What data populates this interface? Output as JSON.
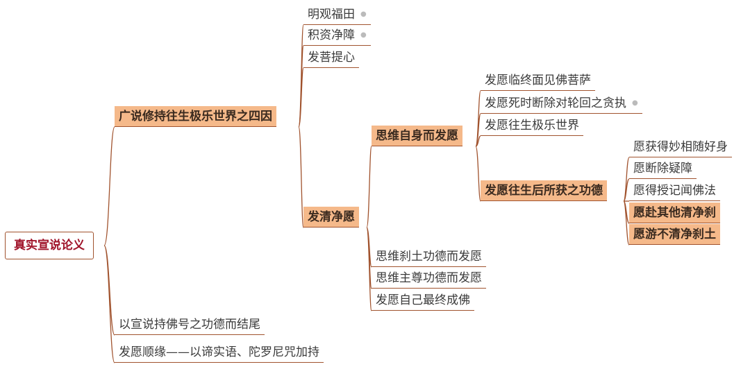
{
  "root": {
    "label": "真实宣说论义"
  },
  "branch_a": {
    "label": "广说修持往生极乐世界之四因",
    "children": [
      {
        "label": "明观福田"
      },
      {
        "label": "积资净障"
      },
      {
        "label": "发菩提心"
      }
    ],
    "sub": {
      "label": "发清净愿",
      "child1": {
        "label": "思维自身而发愿",
        "items": [
          {
            "label": "发愿临终面见佛菩萨"
          },
          {
            "label": "发愿死时断除对轮回之贪执"
          },
          {
            "label": "发愿往生极乐世界"
          }
        ],
        "sub": {
          "label": "发愿往生后所获之功德",
          "items": [
            {
              "label": "愿获得妙相随好身"
            },
            {
              "label": "愿断除疑障"
            },
            {
              "label": "愿得授记闻佛法"
            },
            {
              "label": "愿赴其他清净刹"
            },
            {
              "label": "愿游不清净刹土"
            }
          ]
        }
      },
      "others": [
        {
          "label": "思维刹土功德而发愿"
        },
        {
          "label": "思维主尊功德而发愿"
        },
        {
          "label": "发愿自己最终成佛"
        }
      ]
    }
  },
  "branch_b": {
    "label": "以宣说持佛号之功德而结尾"
  },
  "branch_c": {
    "label": "发愿顺缘——以谛实语、陀罗尼咒加持"
  },
  "colors": {
    "connector": "#a0522d",
    "highlight": "#f5b98a",
    "root_text": "#a0142a"
  }
}
